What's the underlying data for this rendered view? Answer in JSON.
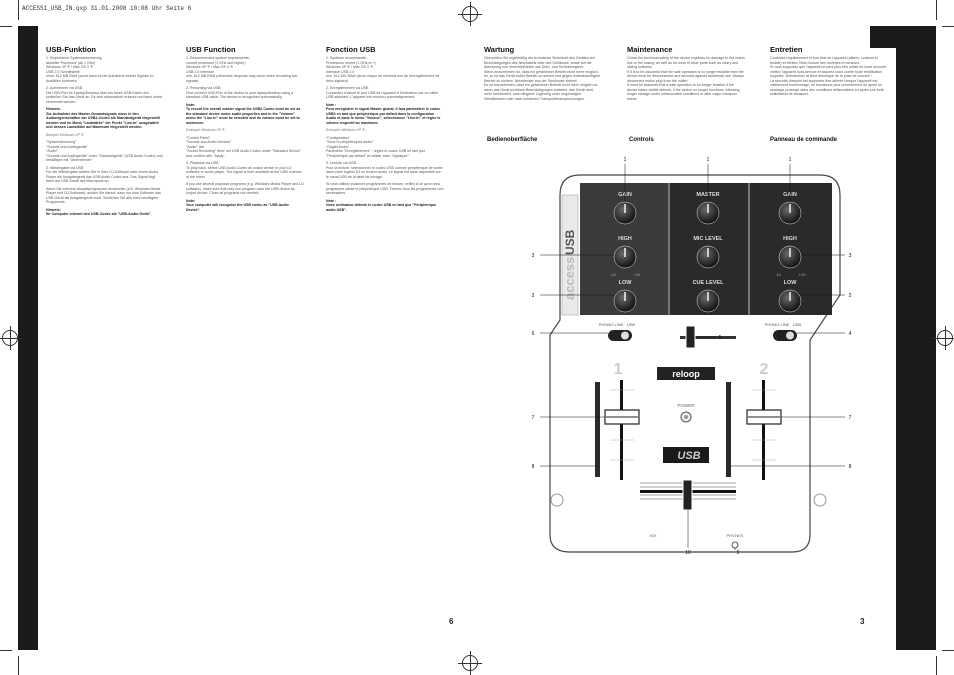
{
  "header_line": "ACCESS1_USB_IN.qxp   31.01.2008   10:08 Uhr   Seite 6",
  "columns": [
    {
      "title": "USB-Funktion",
      "paragraphs": [
        {
          "t": "1. Empfohlene Systemanforderung:\naktueller Prozessor (ab 1 GHz)\nWindows XP ® / Mac OS X ®\nUSB 2.0 Schnittstelle\nmind. 512 MB RAM (sonst kann es bei Aufnahme zweier Signale zu Ausfällen kommen)",
          "s": ""
        },
        {
          "t": "2. Aufnehmen via USB\nDie USB-Port Ihr Laptop/Desktop über ein freies USB-Kabel und schließen Sie das Gerät an. Es wird automatisch erkannt und kann sofort verwendet werden.",
          "s": ""
        },
        {
          "t": "Hinweis:\nZur Aufnahme des Master-Gesamtsignals muss in den Audioeigenschaften der USB2-Codec als Standardgerät eingestellt werden und im Menü \"Lautstärke\" der Punkt \"Line-In\" ausgewählt und dessen Lautstärke auf Maximum eingestellt werden.",
          "s": "b"
        },
        {
          "t": "Beispiel Windows XP ®:",
          "s": "i"
        },
        {
          "t": "\"Systemsteuerung\"\n\"Sounds und Audiogeräte\"\n\"Audio\"\n\"Sounds und Audiogeräte\" unter \"Standardgerät\" (USB Audio Codec) und bestätigen mit \"Übernehmen\"",
          "s": ""
        },
        {
          "t": "3. Wiedergabe via USB\nFür die Wiedergabe wählen Sie in Ihrer DJ-Software oder einem Audio-Player als Ausgabegerät das USB Audio Codec aus. Das Signal liegt dann am USB-Kanal des Mischpults an.",
          "s": ""
        },
        {
          "t": "Wenn Sie mehrere Abspielprogramme verwenden (z.B. Windows Media Player und DJ-Software), achten Sie darauf, dass nur eine Software das USB-Gerät als Ausgabegerät nutzt. Schließen Sie alle nicht benötigten Programme.",
          "s": ""
        },
        {
          "t": "Hinweis:\nIhr Computer erkennt den USB-Codec als \"USB-Audio Gerät\".",
          "s": "b"
        }
      ]
    },
    {
      "title": "USB Function",
      "paragraphs": [
        {
          "t": "1. Recommended system requirements:\ncurrent processor (1 GHz and higher)\nWindows XP ® / Mac OS X ®\nUSB 2.0 interface\nmin. 512 MB RAM (otherwise dropouts may occur when recording two signals)",
          "s": ""
        },
        {
          "t": "2. Recording via USB\nFirst connect USB-Port of the device to your laptop/desktop using a standard USB cable. The device is recognized automatically.",
          "s": ""
        },
        {
          "t": "Note:\nTo record the overall master signal the USB2 Codec must be set as the standard device under audio properties and in the \"Volume\" menu the \"Line-In\" must be selected and its volume must be set to maximum.",
          "s": "b"
        },
        {
          "t": "Example Windows XP ®:",
          "s": "i"
        },
        {
          "t": "\"Control Panel\"\n\"Sounds and Audio Devices\"\n\"Audio\" tab\n\"Sound Recording\" item: set USB Audio Codec under \"Standard Device\" and confirm with \"Apply\".",
          "s": ""
        },
        {
          "t": "3. Playback via USB\nTo play back, select USB Audio Codec as output device in your DJ software or audio player. The signal is then available at the USB channel of the mixer.",
          "s": ""
        },
        {
          "t": "If you use several playback programs (e.g. Windows Media Player and DJ software), make sure that only one program uses the USB device as output device. Close all programs not needed.",
          "s": ""
        },
        {
          "t": "Note:\nYour computer will recognise the USB codec as \"USB Audio Device\".",
          "s": "b"
        }
      ]
    },
    {
      "title": "Fonction USB",
      "paragraphs": [
        {
          "t": "1. Système recommandé :\nProcesseur récent (1 GHz et +)\nWindows XP ® / Mac OS X ®\nInterface USB 2.0\nmin. 512 MO RAM (sinon risque de rebonds lors de l'enregistrement de deux signaux)",
          "s": ""
        },
        {
          "t": "2. Enregistrement via USB\nConnectez d'abord le port USB de l'appareil à l'ordinateur par un câble USB standard. L'appareil est reconnu automatiquement.",
          "s": ""
        },
        {
          "t": "Note :\nPour enregistrer le signal Master global, il faut paramétrer le codec USB2 en tant que périphérique par défaut dans la configuration Audio et dans le menu \"Volume\", sélectionnez \"Line-In\" et régler le volume respectif au maximum.",
          "s": "b"
        },
        {
          "t": "Exemple Windows XP ®:",
          "s": "i"
        },
        {
          "t": "\"Configuration\"\n\"Sons et périphériques audio\"\n\"Onglet Audio\"\nParamètre \"Enregistrement\" : réglez le codec USB en tant que \"Périphérique par défaut\" et valider avec \"Appliquer\".",
          "s": ""
        },
        {
          "t": "3. Lecture via USB\nPour la lecture, sélectionnez le codec USB comme périphérique de sortie dans votre logiciel DJ ou lecteur audio. Le signal est alors disponible sur le canal USB de la table de mixage.",
          "s": ""
        },
        {
          "t": "Si vous utilisez plusieurs programmes de lecture, veillez à ce qu'un seul programme utilise le périphérique USB. Fermez tous les programmes non nécessaires.",
          "s": ""
        },
        {
          "t": "Note :\nVotre ordinateur détecte le codec USB en tant que \"Périphérique audio USB\".",
          "s": "b"
        }
      ]
    },
    {
      "title": "Wartung",
      "paragraphs": [
        {
          "t": "Überprüfen Sie regelmäßig die technische Sicherheit des Gerätes auf Beschädigungen des Netzkabels oder des Gehäuses, sowie auf die Abnutzung von Verschleißteilen wie Dreh- und Schiebereglern.\nWenn anzunehmen ist, dass ein gefahrloser Betrieb nicht mehr möglich ist, so ist das Gerät außer Betrieb zu setzen und gegen unbeabsichtigten Betrieb zu sichern. Netzstecker aus der Steckdose ziehen!\nEs ist anzunehmen, dass ein gefahrloser Betrieb nicht mehr möglich ist, wenn das Gerät sichtbare Beschädigungen aufweist, das Gerät nicht mehr funktioniert, nach längerer Lagerung unter ungünstigen Verhältnissen oder nach schweren Transportbeanspruchungen.",
          "s": ""
        }
      ]
    },
    {
      "title": "Maintenance",
      "paragraphs": [
        {
          "t": "Check the technical safety of the device regularly for damage to the mains line or the casing, as well as for wear of wear parts such as rotary and sliding switches.\nIf it is to be assumed that the safe operation is no longer feasible then the device must be disconnected and secured against accidental use. Always disconnect mains plug from the outlet!\nIt must be assumed that a safe operation is no longer feasible if the device bears visible defects, if the device no longer functions, following longer storage under unfavourable conditions or after major transport stress.",
          "s": ""
        }
      ]
    },
    {
      "title": "Entretien",
      "paragraphs": [
        {
          "t": "Contrôlez régulièrement le bon état de l'appareil (câbles, cordons et fusible) et vérifiez l'état d'usure des molettes et curseurs.\nSi vous supposez que l'appareil ne peut plus être utilisé en toute sécurité, mettez l'appareil hors-service et assurez-vous contre toute réutilisation inopinée. Débranchez la fiche électrique de la prise de courant !\nLa sécurité d'emploi est supposée être altérée lorsque l'appareil est visiblement endommagé, ne fonctionne plus correctement ou après un stockage prolongé dans des conditions défavorables ou après une forte sollicitation de transport.",
          "s": ""
        }
      ]
    }
  ],
  "panel_titles": [
    "Bedienoberfläche",
    "Controls",
    "Panneau de commande"
  ],
  "page_numbers": {
    "left": "6",
    "right": "3"
  },
  "mixer": {
    "brand_vertical": "access",
    "brand_usb": "USB",
    "knobs_left": [
      "GAIN",
      "HIGH",
      "LOW"
    ],
    "knobs_center": [
      "MASTER",
      "MIC LEVEL",
      "CUE LEVEL"
    ],
    "knobs_right": [
      "GAIN",
      "HIGH",
      "LOW"
    ],
    "scale_min": "-10",
    "scale_max": "+10",
    "switch_left": [
      "PHONO",
      "LINE",
      "USB"
    ],
    "switch_right": [
      "PHONO",
      "LINE",
      "USB"
    ],
    "logo": "reloop",
    "channel_1": "1",
    "channel_2": "2",
    "power": "POWER",
    "usb_badge": "USB",
    "mix_label": "MIX",
    "phones_label": "PHONES",
    "callouts": {
      "c1": "1",
      "c2": "2",
      "c3": "3",
      "c4": "4",
      "c5": "5",
      "c6": "6",
      "c7": "7",
      "c8": "8",
      "c9": "9",
      "c10": "10"
    }
  }
}
